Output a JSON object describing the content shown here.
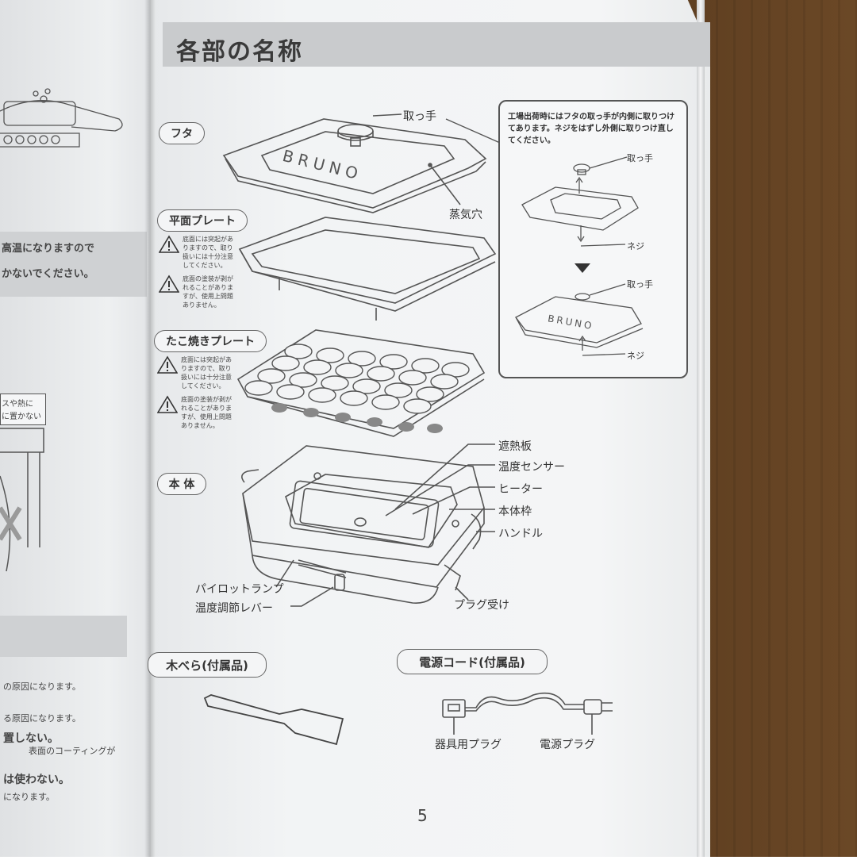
{
  "right_page": {
    "title": "各部の名称",
    "page_number": "5",
    "sections": {
      "lid": "フタ",
      "flat_plate": "平面プレート",
      "takoyaki_plate": "たこ焼きプレート",
      "body": "本 体",
      "spatula": "木べら(付属品)",
      "power_cord": "電源コード(付属品)"
    },
    "warnings": {
      "flat_1": "底面には突起がありますので、取り扱いには十分注意してください。",
      "flat_2": "底面の塗装が剥がれることがありますが、使用上問題ありません。",
      "tako_1": "底面には突起がありますので、取り扱いには十分注意してください。",
      "tako_2": "底面の塗装が剥がれることがありますが、使用上問題ありません。"
    },
    "labels": {
      "handle": "取っ手",
      "steam_hole": "蒸気穴",
      "heat_shield": "遮熱板",
      "temp_sensor": "温度センサー",
      "heater": "ヒーター",
      "body_frame": "本体枠",
      "side_handle": "ハンドル",
      "pilot_lamp": "パイロットランプ",
      "temp_lever": "温度調節レバー",
      "plug_receiver": "プラグ受け",
      "appliance_plug": "器具用プラグ",
      "power_plug": "電源プラグ"
    },
    "lid_brand": "BRUNO",
    "inset": {
      "text": "工場出荷時にはフタの取っ手が内側に取りつけてあります。ネジをはずし外側に取りつけ直してください。",
      "handle_1": "取っ手",
      "screw_1": "ネジ",
      "handle_2": "取っ手",
      "screw_2": "ネジ",
      "brand": "BRUNO"
    }
  },
  "left_page": {
    "warn_line_1": "高温になりますので",
    "warn_line_2": "かないでください。",
    "box_line_1": "スや熱に",
    "box_line_2": "に置かない",
    "bottom_1": "の原因になります。",
    "bottom_2": "る原因になります。",
    "bottom_3": "置しない。",
    "bottom_4": "表面のコーティングが",
    "bottom_5": "は使わない。",
    "bottom_6": "になります。"
  }
}
